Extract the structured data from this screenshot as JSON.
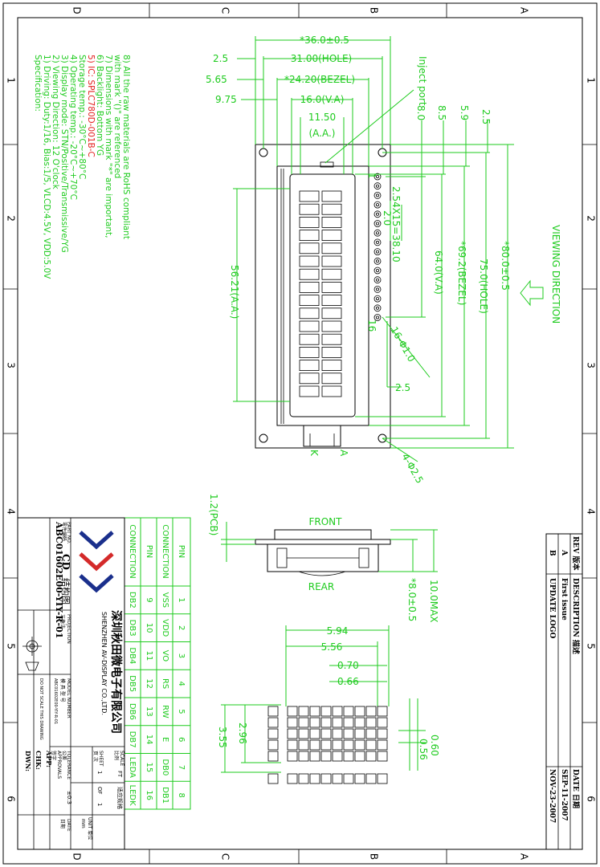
{
  "frame": {
    "col_letters": [
      "D",
      "C",
      "B",
      "A"
    ],
    "row_numbers": [
      "1",
      "2",
      "3",
      "4",
      "5",
      "6"
    ]
  },
  "specification": {
    "title": "Specification:",
    "items": [
      "1)  Driving: Duty:1/16, Bias:1/5, VLCD:4.5V, VDD:5.0V",
      "2)  Viewing Direction: 12 O'clock",
      "3)  Display mode: STN/Positive/Transmissive/YG",
      "4)  Operating temp.: -20°C~+70°C",
      "     Storage temp.: -30°C~+80°C",
      "5)  IC: SPLC780D-001B-C",
      "6)  Backlight: Bottom YG",
      "7)  Dimensions with mark \"*\" are important,",
      "     with mark \"()\" are referenced",
      "8)  All the raw materials are RoHS compliant"
    ]
  },
  "dimensions": {
    "width_total": "*36.0±0.5",
    "hole_width": "31.00(HOLE)",
    "bezel_width": "*24.20(BEZEL)",
    "va_width": "16.0(V.A)",
    "aa_width": "11.50",
    "aa_label": "(A.A.)",
    "off_25": "2.5",
    "off_565": "5.65",
    "off_975": "9.75",
    "inject_port": "Inject port",
    "top_80": "8.0",
    "top_85": "8.5",
    "top_59": "5.9",
    "top_25": "2.5",
    "viewing_direction": "VIEWING DIRECTION",
    "pitch": "2.54X15=38.10",
    "pin_w": "2.0",
    "aa_height": "56.21(A.A.)",
    "va_height": "64.0(V.A)",
    "bezel_height": "*69.2(BEZEL)",
    "hole_height": "75.0(HOLE)",
    "total_height": "*80.0±0.5",
    "pin_holes": "16-Φ1.0",
    "pin_first": "1",
    "pin_last": "16",
    "pin_end": "2.5",
    "mount_holes": "4-Φ2.5",
    "led_a": "A",
    "led_k": "K",
    "front": "FRONT",
    "rear": "REAR",
    "pcb": "1.2(PCB)",
    "thickness_max": "10.0MAX",
    "thickness_module": "*8.0±0.5",
    "char_594": "5.94",
    "char_556": "5.56",
    "char_070": "0.70",
    "char_066": "0.66",
    "char_355": "3.55",
    "char_296": "2.96",
    "char_060": "0.60",
    "char_056": "0.56"
  },
  "pin_table": {
    "header_pin": "PIN",
    "header_conn": "CONNECTION",
    "pins_a": [
      "1",
      "2",
      "3",
      "4",
      "5",
      "6",
      "7",
      "8"
    ],
    "conn_a": [
      "VSS",
      "VDD",
      "VO",
      "RS",
      "RW",
      "E",
      "DB0",
      "DB1"
    ],
    "pins_b": [
      "9",
      "10",
      "11",
      "12",
      "13",
      "14",
      "15",
      "16"
    ],
    "conn_b": [
      "DB2",
      "DB3",
      "DB4",
      "DB5",
      "DB6",
      "DB7",
      "LEDA",
      "LEDK"
    ]
  },
  "revision": {
    "h_rev": "REV 版本",
    "h_desc": "DESCRIPTION 描述",
    "h_date": "DATE 日期",
    "rows": [
      {
        "rev": "A",
        "desc": "First issue",
        "date": "SEP-11-2007"
      },
      {
        "rev": "B",
        "desc": "UPDATE LOGO",
        "date": "NOV-23-2007"
      }
    ]
  },
  "title_block": {
    "company_cn": "深圳秋田微电子有限公司",
    "company_en": "SHENZHEN AV-DISPLAY CO.,LTD.",
    "part_no_label": "PART NO.",
    "part_no_cn": "零件编码",
    "part_no": "ABC01602E00-YIY-R-01",
    "cd": "CD",
    "cd_cn": "结构图",
    "projection": "PROJECTION",
    "projection_cn": "三角法",
    "model_label": "MODEL NUMBER",
    "model_cn": "模 具 型 号",
    "model_no": "ABC01602E00-YIY-R-01",
    "tolerance": "TOLERANCE",
    "tol_cn": "公差",
    "tol_val": "±0.3",
    "approvals": "APPROVALS",
    "approvals_cn": "签字",
    "app": "APP:",
    "chk": "CHK:",
    "dwn": "DWN:",
    "unit": "UNIT 单位",
    "unit_val": "mm",
    "date_label": "DATE",
    "date_cn": "日期",
    "scale": "SCALE",
    "scale_cn": "比例",
    "ft": "FT",
    "fit_note": "适应规格",
    "sheet": "SHEET",
    "sheet_cn": "页 次",
    "sheet_val": "1",
    "of": "OF",
    "sheet_total": "1",
    "note": "DO NOT SCALE THIS DRAWING"
  }
}
